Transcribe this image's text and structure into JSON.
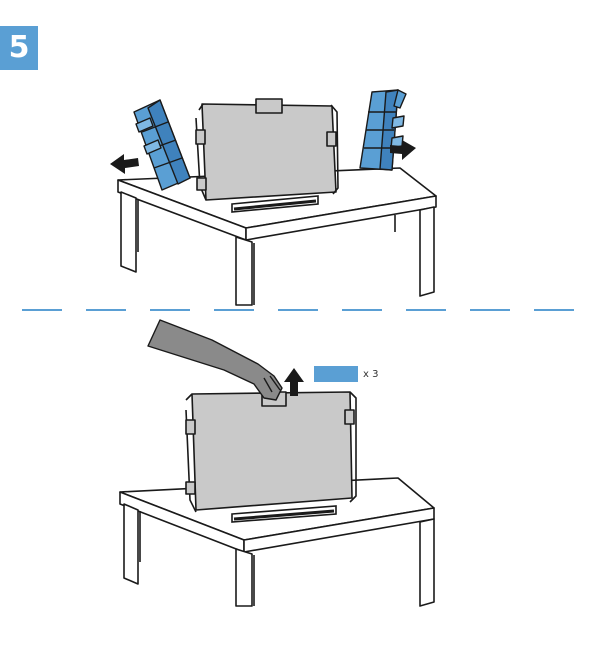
{
  "step": {
    "number": "5"
  },
  "colors": {
    "accent": "#5a9fd4",
    "tv_fill": "#c9c9c9",
    "packing_blue": "#5a9fd4",
    "divider": "#5a9fd4",
    "outline": "#1a1a1a"
  },
  "top_scene": {
    "packing_pieces": 2,
    "arrows": [
      "arrow-left-icon",
      "arrow-right-icon"
    ]
  },
  "bottom_scene": {
    "tape_quantity": "x 3",
    "arrows": [
      "arrow-up-icon"
    ]
  }
}
